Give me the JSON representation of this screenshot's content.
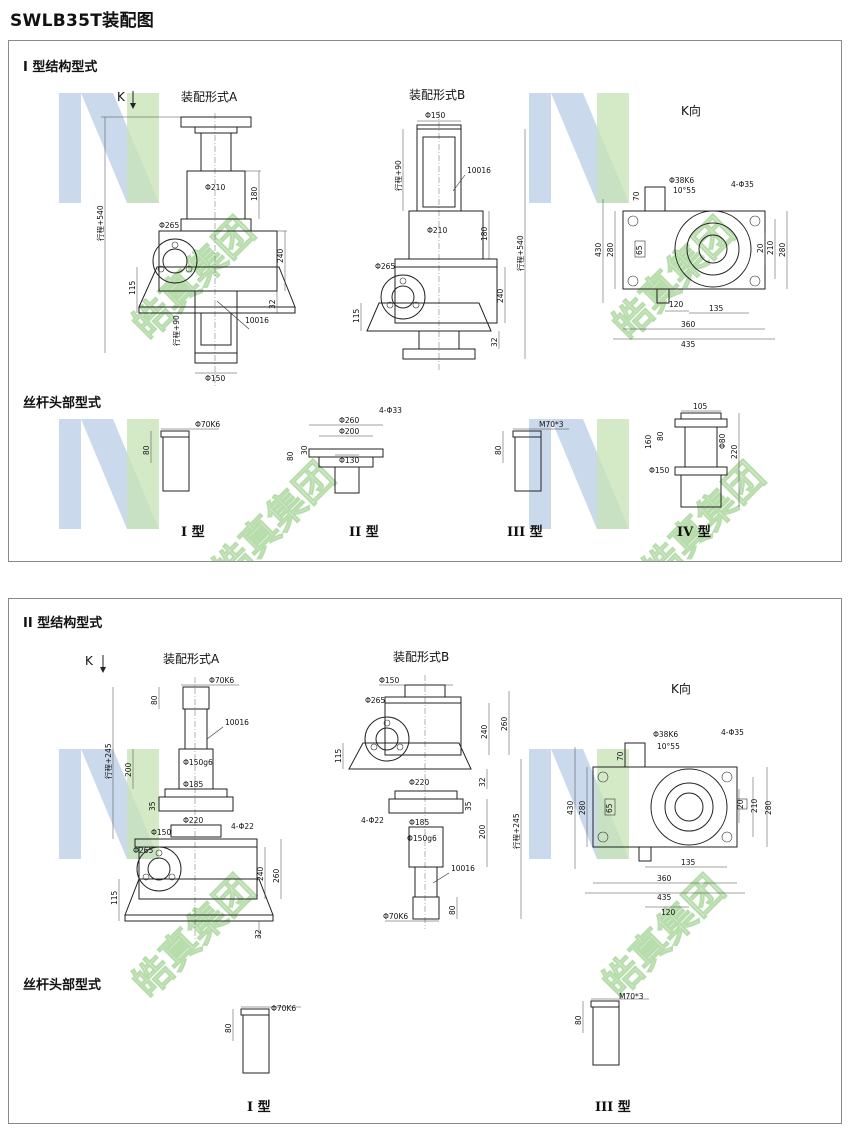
{
  "page_title": "SWLB35T装配图",
  "watermark_text": "皓真集团",
  "colors": {
    "watermark_blue": "#b9cce6",
    "watermark_green": "#c6e3b4",
    "line": "#222222"
  },
  "panel1": {
    "title": "I 型结构型式",
    "k_label": "K",
    "form_a": "装配形式A",
    "form_b": "装配形式B",
    "k_view": "K向",
    "dims_a": {
      "d210": "Φ210",
      "h180": "180",
      "d265": "Φ265",
      "h240": "240",
      "h115": "115",
      "stroke540": "行程+540",
      "stroke90": "行程+90",
      "h32": "32",
      "t10016": "10016",
      "d150": "Φ150"
    },
    "dims_b": {
      "d150": "Φ150",
      "t10016": "10016",
      "stroke90": "行程+90",
      "d210": "Φ210",
      "h180": "180",
      "d265": "Φ265",
      "h240": "240",
      "stroke540": "行程+540",
      "h115": "115",
      "h32": "32"
    },
    "dims_k": {
      "d38k6": "Φ38K6",
      "k10x55": "10°55",
      "h70": "70",
      "holes": "4-Φ35",
      "h430": "430",
      "h280": "280",
      "h65": "65",
      "h20": "20",
      "h210": "210",
      "h280r": "280",
      "w120": "120",
      "w135": "135",
      "w360": "360",
      "w435": "435"
    },
    "head_title": "丝杆头部型式",
    "heads": [
      {
        "label": "I 型",
        "d": "Φ70K6",
        "h": "80"
      },
      {
        "label": "II 型",
        "holes": "4-Φ33",
        "d1": "Φ260",
        "d2": "Φ200",
        "d3": "Φ130",
        "h30": "30",
        "h80": "80"
      },
      {
        "label": "III 型",
        "m": "M70*3",
        "h": "80"
      },
      {
        "label": "IV 型",
        "w105": "105",
        "h80": "80",
        "h160": "160",
        "d80": "Φ80",
        "h220": "220",
        "d150": "Φ150"
      }
    ]
  },
  "panel2": {
    "title": "II 型结构型式",
    "k_label": "K",
    "form_a": "装配形式A",
    "form_b": "装配形式B",
    "k_view": "K向",
    "dims_a": {
      "d70k6": "Φ70K6",
      "h80": "80",
      "t10016": "10016",
      "stroke245": "行程+245",
      "h200": "200",
      "d150g6": "Φ150g6",
      "d185": "Φ185",
      "h35": "35",
      "d220": "Φ220",
      "d150": "Φ150",
      "holes": "4-Φ22",
      "d265": "Φ265",
      "h240": "240",
      "h260": "260",
      "h115": "115",
      "h32": "32"
    },
    "dims_b": {
      "d150": "Φ150",
      "d265": "Φ265",
      "h240": "240",
      "h260": "260",
      "h115": "115",
      "d220": "Φ220",
      "h32": "32",
      "holes": "4-Φ22",
      "d185": "Φ185",
      "h35": "35",
      "h200": "200",
      "d150g6": "Φ150g6",
      "stroke245": "行程+245",
      "t10016": "10016",
      "d70k6": "Φ70K6",
      "h80": "80"
    },
    "dims_k": {
      "d38k6": "Φ38K6",
      "k10x55": "10°55",
      "h70": "70",
      "holes": "4-Φ35",
      "h430": "430",
      "h280": "280",
      "h65": "65",
      "h20": "20",
      "h210": "210",
      "h280r": "280",
      "w135": "135",
      "w360": "360",
      "w435": "435",
      "w120": "120"
    },
    "head_title": "丝杆头部型式",
    "heads": [
      {
        "label": "I 型",
        "d": "Φ70K6",
        "h": "80"
      },
      {
        "label": "III 型",
        "m": "M70*3",
        "h": "80"
      }
    ]
  }
}
